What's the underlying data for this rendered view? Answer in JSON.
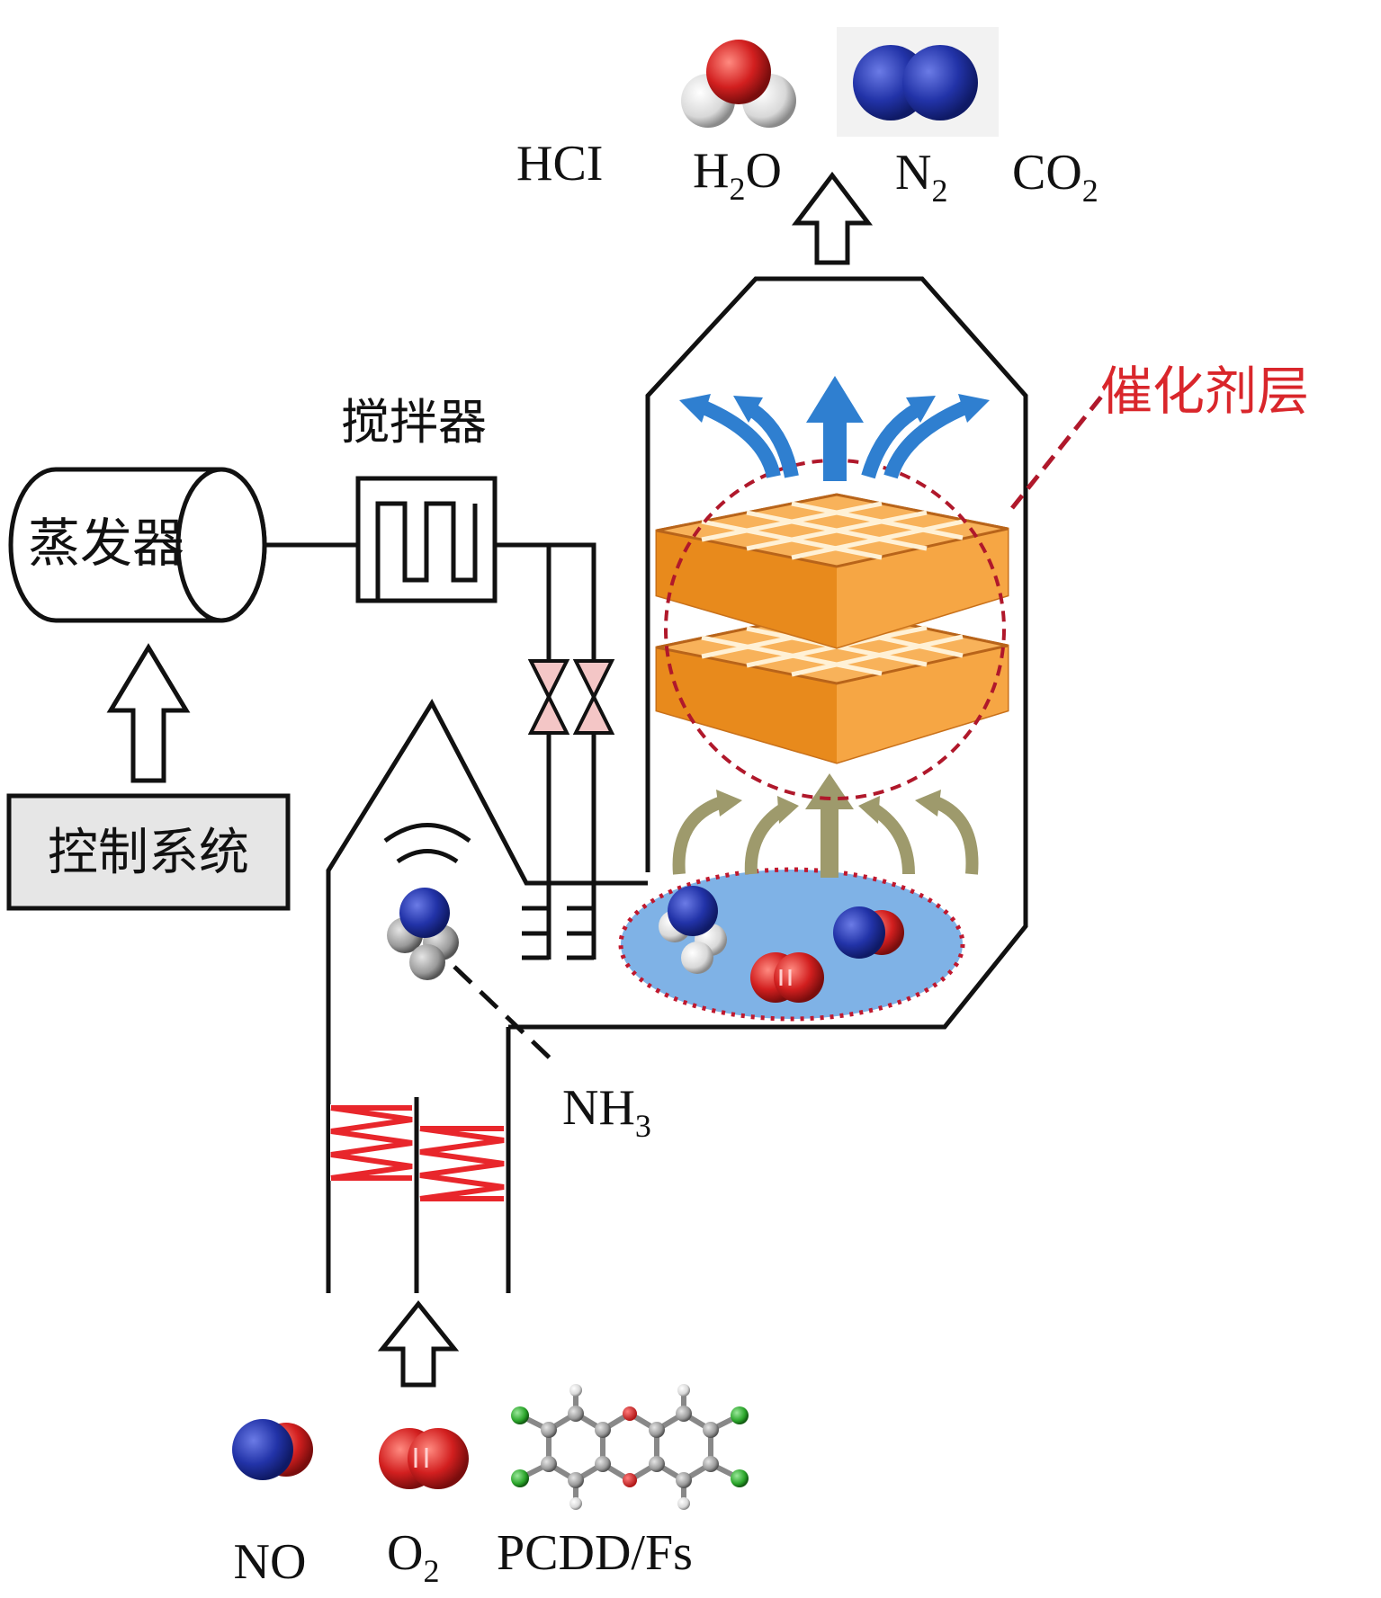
{
  "labels": {
    "evaporator": "蒸发器",
    "mixer": "搅拌器",
    "control_system": "控制系统",
    "catalyst_layer": "催化剂层",
    "nh3": {
      "base": "NH",
      "sub": "3"
    },
    "outputs": {
      "hcl": "HCI",
      "h2o": {
        "base": "H",
        "sub": "2",
        "tail": "O"
      },
      "n2": {
        "base": "N",
        "sub": "2"
      },
      "co2": {
        "base": "CO",
        "sub": "2"
      }
    },
    "inputs": {
      "no": "NO",
      "o2": {
        "base": "O",
        "sub": "2"
      },
      "pcdd": "PCDD/Fs"
    }
  },
  "colors": {
    "line": "#111111",
    "catalyst_orange": "#f39a2e",
    "catalyst_dark": "#c9711a",
    "catalyst_label": "#d9262b",
    "flow_blue": "#2f7fd0",
    "flow_olive": "#9e9a6c",
    "heater_red": "#e8262b",
    "gas_zone": "#7fb2e6",
    "n_blue": "#2233a8",
    "o_red": "#d21f1f",
    "h_white": "#e9e9e9"
  },
  "icons": [
    "water-molecule-icon",
    "nitrogen-molecule-icon",
    "ammonia-molecule-icon",
    "nitric-oxide-molecule-icon",
    "oxygen-molecule-icon",
    "pcdd-molecule-icon",
    "valve-icon",
    "sound-wave-icon"
  ]
}
